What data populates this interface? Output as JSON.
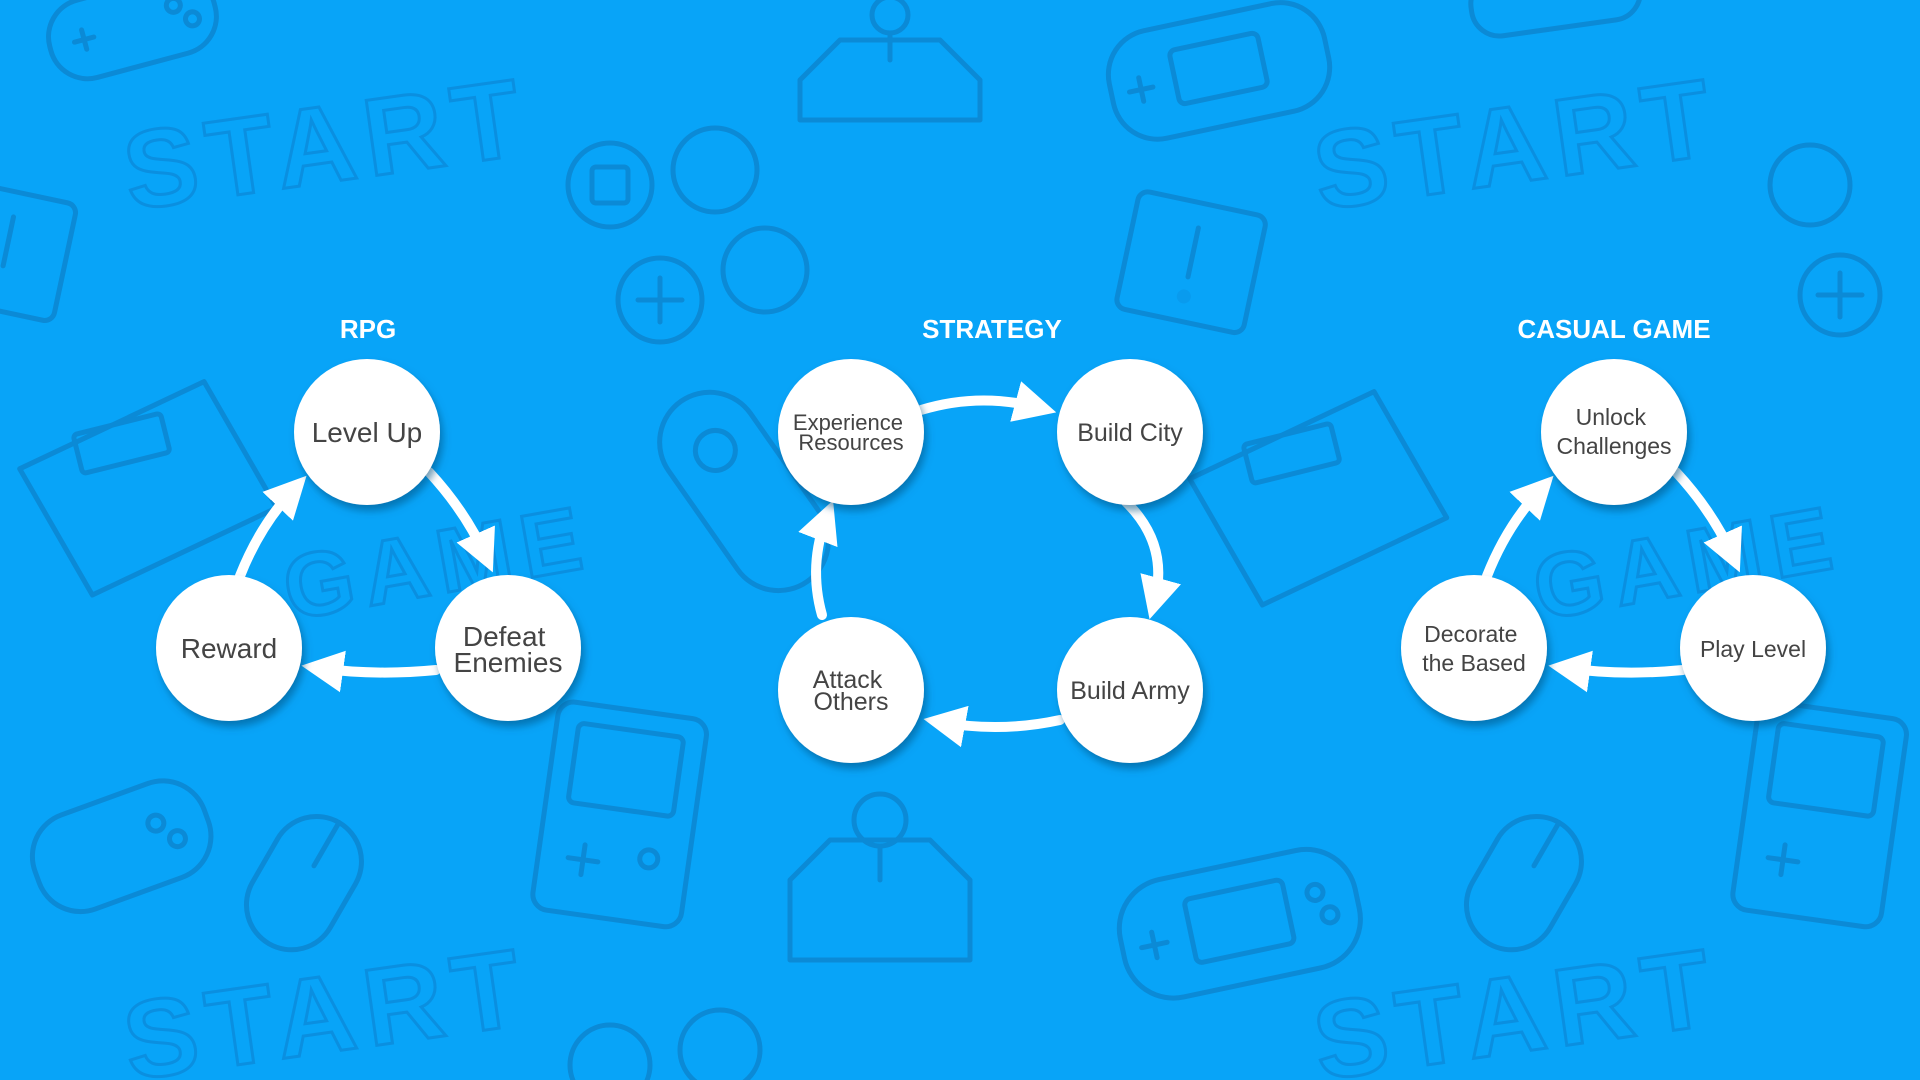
{
  "colors": {
    "background": "#08a4f8",
    "node_fill": "#ffffff",
    "node_text": "#444444",
    "arrow": "#ffffff",
    "title": "#ffffff",
    "doodle": "#0b8ad6"
  },
  "background": {
    "words": [
      "START",
      "START",
      "START",
      "START",
      "GAME",
      "GAME"
    ],
    "icons": [
      "gamepad-icon",
      "joystick-icon",
      "handheld-console-icon",
      "button-icon",
      "mouse-icon",
      "retro-console-icon"
    ]
  },
  "diagrams": [
    {
      "id": "rpg",
      "title": "RPG",
      "nodes": [
        {
          "lines": [
            "Level Up"
          ]
        },
        {
          "lines": [
            "Defeat",
            "Enemies"
          ]
        },
        {
          "lines": [
            "Reward"
          ]
        }
      ]
    },
    {
      "id": "strategy",
      "title": "STRATEGY",
      "nodes": [
        {
          "lines": [
            "Experience",
            "Resources"
          ]
        },
        {
          "lines": [
            "Build City"
          ]
        },
        {
          "lines": [
            "Build Army"
          ]
        },
        {
          "lines": [
            "Attack",
            "Others"
          ]
        }
      ]
    },
    {
      "id": "casual",
      "title": "CASUAL GAME",
      "nodes": [
        {
          "lines": [
            "Unlock",
            "Challenges"
          ]
        },
        {
          "lines": [
            "Play Level"
          ]
        },
        {
          "lines": [
            "Decorate",
            "the Based"
          ]
        }
      ]
    }
  ]
}
